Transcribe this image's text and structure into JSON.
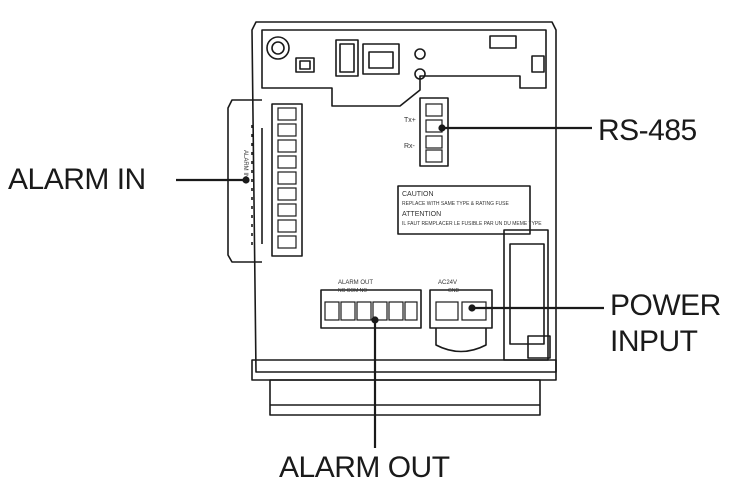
{
  "callouts": {
    "alarm_in": "ALARM IN",
    "rs485": "RS-485",
    "power_input_line1": "POWER",
    "power_input_line2": "INPUT",
    "alarm_out": "ALARM OUT"
  },
  "board_text": {
    "rs_plus": "Tx+",
    "rs_minus": "Rx-",
    "caution_title": "CAUTION",
    "caution_body": "REPLACE WITH SAME TYPE & RATING FUSE",
    "attention_title": "ATTENTION",
    "attention_body": "IL FAUT REMPLACER LE FUSIBLE PAR UN DU MEME TYPE",
    "alarm_out_header": "ALARM OUT",
    "alarm_out_sub": "NC  COM  NO",
    "power_header": "AC24V",
    "power_sub": "GND",
    "alarm_in_side": "ALARM IN"
  },
  "colors": {
    "line": "#1a1a1a",
    "board": "#ffffff"
  }
}
